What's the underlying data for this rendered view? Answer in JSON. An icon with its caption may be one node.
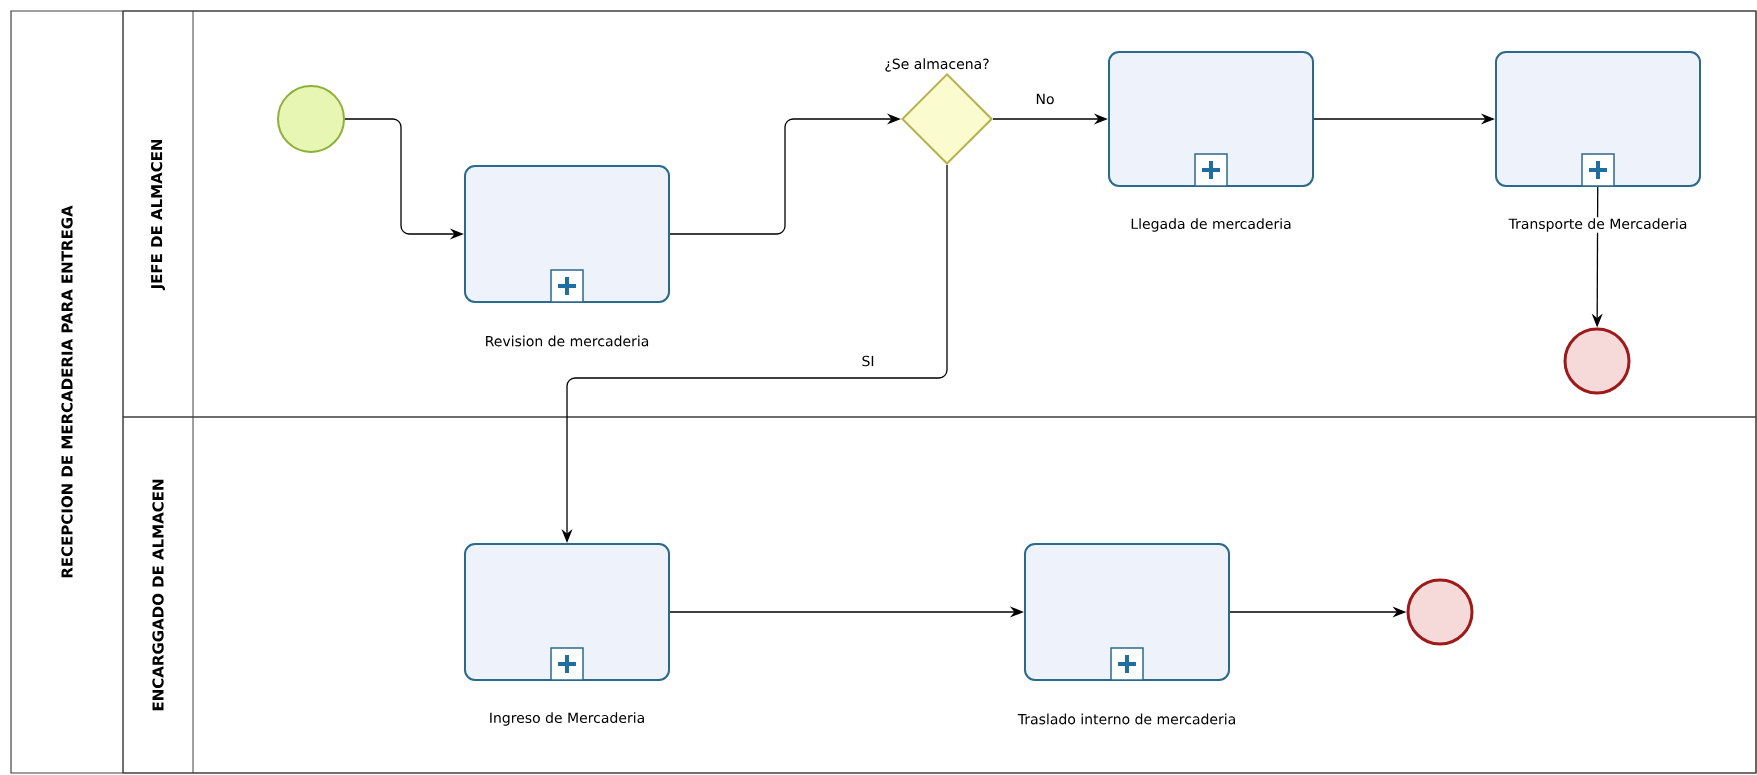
{
  "diagram": {
    "nodes": [
      {
        "text": [
          "RECEPCION DE MERCADERIA PARA ENTREGA"
        ]
      },
      {
        "text": [
          "JEFE DE ALMACEN"
        ],
        "in": 0
      },
      {
        "text": [
          "ENCARGGADO DE ALMACEN"
        ],
        "in": 0
      },
      {
        "text": [],
        "shape": "circle",
        "in": 1
      },
      {
        "text": [
          "Revision de mercaderia"
        ],
        "in": 1
      },
      {
        "text": [
          "¿Se almacena?"
        ],
        "in": 1
      },
      {
        "text": [
          "Llegada de mercaderia"
        ],
        "in": 1
      },
      {
        "text": [
          "Transporte de Mercaderia"
        ],
        "in": 1
      },
      {
        "text": [],
        "shape": "circle",
        "in": 1
      },
      {
        "text": [
          "Ingreso de Mercaderia"
        ],
        "in": 2
      },
      {
        "text": [
          "Traslado interno de mercaderia"
        ],
        "in": 2
      },
      {
        "text": [],
        "shape": "circle",
        "in": 2
      }
    ],
    "edges": [
      {
        "from": 3,
        "to": 4,
        "arrow": "to"
      },
      {
        "from": 4,
        "to": 5,
        "arrow": "to"
      },
      {
        "from": 5,
        "to": 6,
        "arrow": "to",
        "label": "No"
      },
      {
        "from": 6,
        "to": 7,
        "arrow": "to"
      },
      {
        "from": 7,
        "to": 8,
        "arrow": "to"
      },
      {
        "from": 5,
        "to": 9,
        "arrow": "to",
        "label": "SI"
      },
      {
        "from": 9,
        "to": 10,
        "arrow": "to"
      },
      {
        "from": 10,
        "to": 11,
        "arrow": "to"
      }
    ]
  }
}
